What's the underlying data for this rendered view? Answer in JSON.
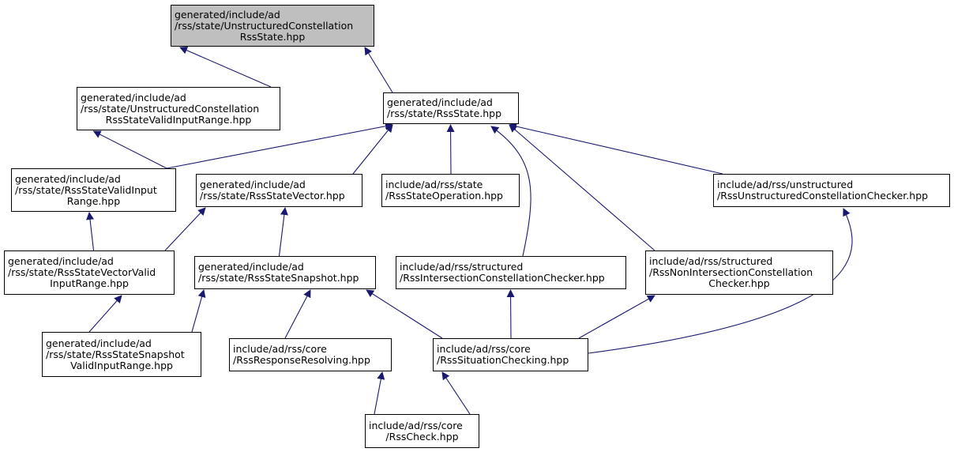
{
  "colors": {
    "edge": "#191970",
    "root_fill": "#bfbfbf",
    "node_fill": "#ffffff",
    "border": "#000000"
  },
  "nodes": {
    "unstructured_constellation_rss_state": {
      "lines": [
        "generated/include/ad",
        "/rss/state/UnstructuredConstellation",
        "RssState.hpp"
      ]
    },
    "unstructured_constellation_valid_input_range": {
      "lines": [
        "generated/include/ad",
        "/rss/state/UnstructuredConstellation",
        "RssStateValidInputRange.hpp"
      ]
    },
    "rss_state": {
      "lines": [
        "generated/include/ad",
        "/rss/state/RssState.hpp"
      ]
    },
    "rss_state_valid_input_range": {
      "lines": [
        "generated/include/ad",
        "/rss/state/RssStateValidInput",
        "Range.hpp"
      ]
    },
    "rss_state_vector": {
      "lines": [
        "generated/include/ad",
        "/rss/state/RssStateVector.hpp"
      ]
    },
    "rss_state_operation": {
      "lines": [
        "include/ad/rss/state",
        "/RssStateOperation.hpp"
      ]
    },
    "unstructured_constellation_checker": {
      "lines": [
        "include/ad/rss/unstructured",
        "/RssUnstructuredConstellationChecker.hpp"
      ]
    },
    "rss_state_vector_valid_input_range": {
      "lines": [
        "generated/include/ad",
        "/rss/state/RssStateVectorValid",
        "InputRange.hpp"
      ]
    },
    "rss_state_snapshot": {
      "lines": [
        "generated/include/ad",
        "/rss/state/RssStateSnapshot.hpp"
      ]
    },
    "intersection_constellation_checker": {
      "lines": [
        "include/ad/rss/structured",
        "/RssIntersectionConstellationChecker.hpp"
      ]
    },
    "non_intersection_constellation_checker": {
      "lines": [
        "include/ad/rss/structured",
        "/RssNonIntersectionConstellation",
        "Checker.hpp"
      ]
    },
    "rss_state_snapshot_valid_input_range": {
      "lines": [
        "generated/include/ad",
        "/rss/state/RssStateSnapshot",
        "ValidInputRange.hpp"
      ]
    },
    "rss_response_resolving": {
      "lines": [
        "include/ad/rss/core",
        "/RssResponseResolving.hpp"
      ]
    },
    "rss_situation_checking": {
      "lines": [
        "include/ad/rss/core",
        "/RssSituationChecking.hpp"
      ]
    },
    "rss_check": {
      "lines": [
        "include/ad/rss/core",
        "/RssCheck.hpp"
      ]
    }
  },
  "edges": [
    {
      "from": "unstructured_constellation_valid_input_range",
      "to": "unstructured_constellation_rss_state"
    },
    {
      "from": "rss_state",
      "to": "unstructured_constellation_rss_state"
    },
    {
      "from": "rss_state_valid_input_range",
      "to": "unstructured_constellation_valid_input_range"
    },
    {
      "from": "rss_state_valid_input_range",
      "to": "rss_state"
    },
    {
      "from": "rss_state_vector",
      "to": "rss_state"
    },
    {
      "from": "rss_state_operation",
      "to": "rss_state"
    },
    {
      "from": "intersection_constellation_checker",
      "to": "rss_state"
    },
    {
      "from": "non_intersection_constellation_checker",
      "to": "rss_state"
    },
    {
      "from": "unstructured_constellation_checker",
      "to": "rss_state"
    },
    {
      "from": "rss_state_vector_valid_input_range",
      "to": "rss_state_valid_input_range"
    },
    {
      "from": "rss_state_vector_valid_input_range",
      "to": "rss_state_vector"
    },
    {
      "from": "rss_state_snapshot",
      "to": "rss_state_vector"
    },
    {
      "from": "rss_state_snapshot_valid_input_range",
      "to": "rss_state_vector_valid_input_range"
    },
    {
      "from": "rss_state_snapshot_valid_input_range",
      "to": "rss_state_snapshot"
    },
    {
      "from": "rss_response_resolving",
      "to": "rss_state_snapshot"
    },
    {
      "from": "rss_situation_checking",
      "to": "rss_state_snapshot"
    },
    {
      "from": "rss_situation_checking",
      "to": "intersection_constellation_checker"
    },
    {
      "from": "rss_situation_checking",
      "to": "non_intersection_constellation_checker"
    },
    {
      "from": "rss_situation_checking",
      "to": "unstructured_constellation_checker"
    },
    {
      "from": "rss_check",
      "to": "rss_response_resolving"
    },
    {
      "from": "rss_check",
      "to": "rss_situation_checking"
    }
  ]
}
